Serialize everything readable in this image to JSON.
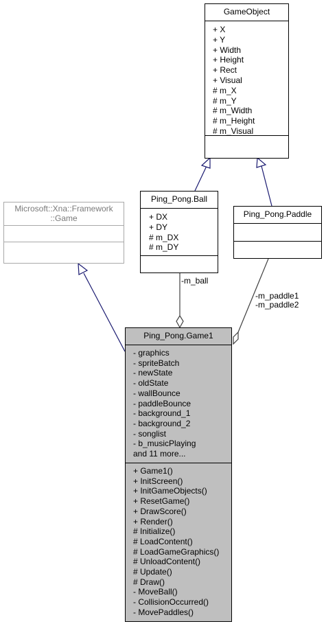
{
  "classes": {
    "game_object": {
      "name": "GameObject",
      "attributes": [
        "+ X",
        "+ Y",
        "+ Width",
        "+ Height",
        "+ Rect",
        "+ Visual",
        "# m_X",
        "# m_Y",
        "# m_Width",
        "# m_Height",
        "# m_Visual"
      ],
      "operations": []
    },
    "xna_game": {
      "name_line1": "Microsoft::Xna::Framework",
      "name_line2": "::Game",
      "attributes": [],
      "operations": []
    },
    "ball": {
      "name": "Ping_Pong.Ball",
      "attributes": [
        "+ DX",
        "+ DY",
        "# m_DX",
        "# m_DY"
      ],
      "operations": []
    },
    "paddle": {
      "name": "Ping_Pong.Paddle",
      "attributes": [],
      "operations": []
    },
    "game1": {
      "name": "Ping_Pong.Game1",
      "attributes": [
        "- graphics",
        "- spriteBatch",
        "- newState",
        "- oldState",
        "- wallBounce",
        "- paddleBounce",
        "- background_1",
        "- background_2",
        "- songlist",
        "- b_musicPlaying",
        "and 11 more..."
      ],
      "operations": [
        "+ Game1()",
        "+ InitScreen()",
        "+ InitGameObjects()",
        "+ ResetGame()",
        "+ DrawScore()",
        "+ Render()",
        "# Initialize()",
        "# LoadContent()",
        "# LoadGameGraphics()",
        "# UnloadContent()",
        "# Update()",
        "# Draw()",
        "- MoveBall()",
        "- CollisionOccurred()",
        "- MovePaddles()"
      ]
    }
  },
  "edge_labels": {
    "ball_role": "-m_ball",
    "paddle_role_1": "-m_paddle1",
    "paddle_role_2": "-m_paddle2"
  },
  "colors": {
    "inheritance_edge": "#191970",
    "association_edge": "#404040",
    "focus_fill": "#bfbfbf",
    "external_border": "#a8a8a8"
  }
}
